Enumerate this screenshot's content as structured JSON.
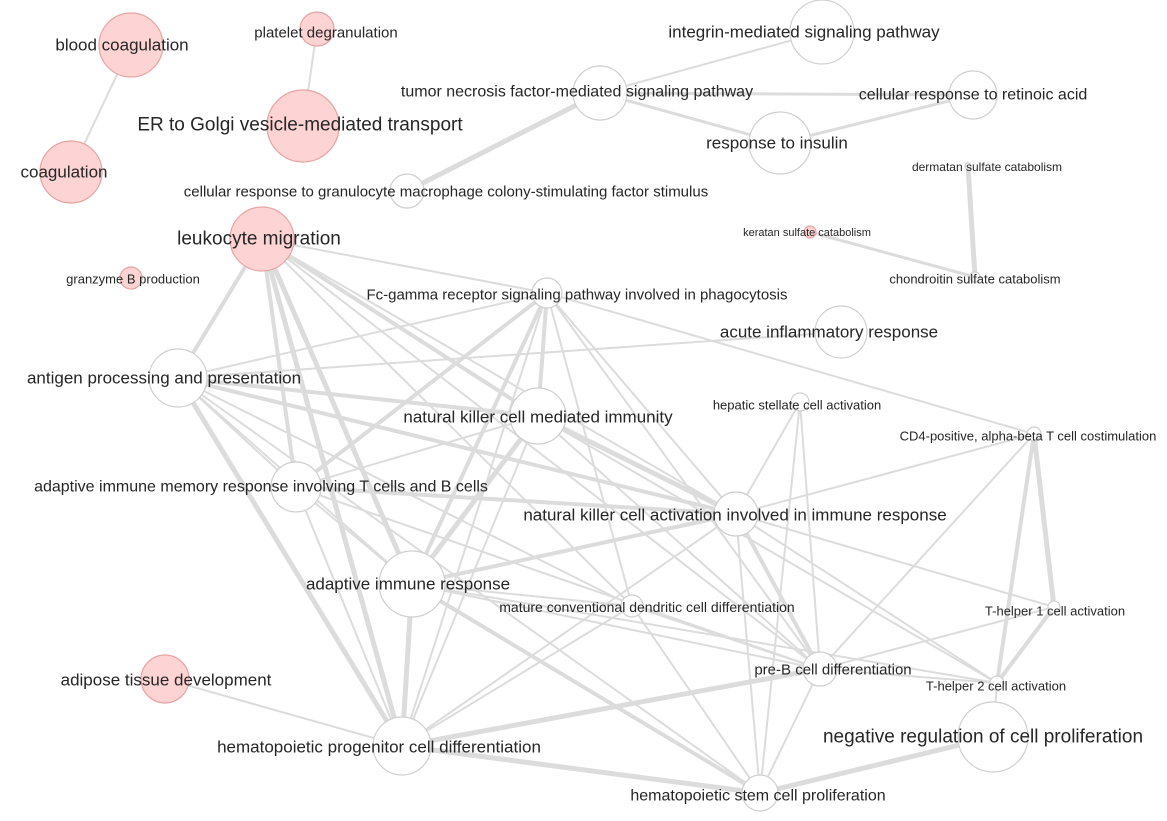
{
  "colors": {
    "edge": "#dcdcdc",
    "node_default": "#ffffff",
    "node_highlight": "#fdd3d3",
    "node_stroke_default": "#cfcfcf",
    "node_stroke_highlight": "#e6a4a4",
    "text": "#262626"
  },
  "nodes": [
    {
      "id": "blood_coagulation",
      "label": "blood coagulation",
      "highlight": true
    },
    {
      "id": "platelet_degranulation",
      "label": "platelet degranulation",
      "highlight": true
    },
    {
      "id": "er_golgi",
      "label": "ER to Golgi vesicle-mediated transport",
      "highlight": true
    },
    {
      "id": "coagulation",
      "label": "coagulation",
      "highlight": true
    },
    {
      "id": "integrin",
      "label": "integrin-mediated signaling pathway",
      "highlight": false
    },
    {
      "id": "tnf",
      "label": "tumor necrosis factor-mediated signaling pathway",
      "highlight": false
    },
    {
      "id": "retinoic",
      "label": "cellular response to retinoic acid",
      "highlight": false
    },
    {
      "id": "insulin",
      "label": "response to insulin",
      "highlight": false
    },
    {
      "id": "gmcsf",
      "label": "cellular response to granulocyte macrophage colony-stimulating factor stimulus",
      "highlight": false
    },
    {
      "id": "dermatan",
      "label": "dermatan sulfate catabolism",
      "highlight": false
    },
    {
      "id": "keratan",
      "label": "keratan sulfate catabolism",
      "highlight": true
    },
    {
      "id": "chondroitin",
      "label": "chondroitin sulfate catabolism",
      "highlight": false
    },
    {
      "id": "leukocyte",
      "label": "leukocyte migration",
      "highlight": true
    },
    {
      "id": "granzyme",
      "label": "granzyme B production",
      "highlight": true
    },
    {
      "id": "fcgamma",
      "label": "Fc-gamma receptor signaling pathway involved in phagocytosis",
      "highlight": false
    },
    {
      "id": "acute_inflam",
      "label": "acute inflammatory response",
      "highlight": false
    },
    {
      "id": "antigen",
      "label": "antigen processing and presentation",
      "highlight": false
    },
    {
      "id": "nk_immunity",
      "label": "natural killer cell mediated immunity",
      "highlight": false
    },
    {
      "id": "hepatic",
      "label": "hepatic stellate cell activation",
      "highlight": false
    },
    {
      "id": "cd4",
      "label": "CD4-positive, alpha-beta T cell costimulation",
      "highlight": false
    },
    {
      "id": "adaptive_memory",
      "label": "adaptive immune memory response involving T cells and B cells",
      "highlight": false
    },
    {
      "id": "nk_activation",
      "label": "natural killer cell activation involved in immune response",
      "highlight": false
    },
    {
      "id": "adaptive",
      "label": "adaptive immune response",
      "highlight": false
    },
    {
      "id": "dendritic",
      "label": "mature conventional dendritic cell differentiation",
      "highlight": false
    },
    {
      "id": "th1",
      "label": "T-helper 1 cell activation",
      "highlight": false
    },
    {
      "id": "adipose",
      "label": "adipose tissue development",
      "highlight": true
    },
    {
      "id": "preb",
      "label": "pre-B cell differentiation",
      "highlight": false
    },
    {
      "id": "th2",
      "label": "T-helper 2 cell activation",
      "highlight": false
    },
    {
      "id": "hematopoietic_prog",
      "label": "hematopoietic progenitor cell differentiation",
      "highlight": false
    },
    {
      "id": "neg_prolif",
      "label": "negative regulation of cell proliferation",
      "highlight": false
    },
    {
      "id": "stem_prolif",
      "label": "hematopoietic stem cell proliferation",
      "highlight": false
    }
  ],
  "edges": [
    [
      "blood_coagulation",
      "coagulation"
    ],
    [
      "platelet_degranulation",
      "er_golgi"
    ],
    [
      "tnf",
      "integrin"
    ],
    [
      "tnf",
      "retinoic"
    ],
    [
      "tnf",
      "insulin"
    ],
    [
      "tnf",
      "gmcsf"
    ],
    [
      "insulin",
      "retinoic"
    ],
    [
      "dermatan",
      "chondroitin"
    ],
    [
      "keratan",
      "chondroitin"
    ],
    [
      "leukocyte",
      "antigen"
    ],
    [
      "leukocyte",
      "fcgamma"
    ],
    [
      "leukocyte",
      "nk_immunity"
    ],
    [
      "leukocyte",
      "adaptive_memory"
    ],
    [
      "leukocyte",
      "nk_activation"
    ],
    [
      "leukocyte",
      "adaptive"
    ],
    [
      "leukocyte",
      "hematopoietic_prog"
    ],
    [
      "leukocyte",
      "preb"
    ],
    [
      "leukocyte",
      "dendritic"
    ],
    [
      "fcgamma",
      "antigen"
    ],
    [
      "fcgamma",
      "nk_immunity"
    ],
    [
      "fcgamma",
      "adaptive_memory"
    ],
    [
      "fcgamma",
      "nk_activation"
    ],
    [
      "fcgamma",
      "adaptive"
    ],
    [
      "fcgamma",
      "dendritic"
    ],
    [
      "fcgamma",
      "hematopoietic_prog"
    ],
    [
      "fcgamma",
      "cd4"
    ],
    [
      "fcgamma",
      "preb"
    ],
    [
      "antigen",
      "nk_immunity"
    ],
    [
      "antigen",
      "adaptive_memory"
    ],
    [
      "antigen",
      "nk_activation"
    ],
    [
      "antigen",
      "adaptive"
    ],
    [
      "antigen",
      "hematopoietic_prog"
    ],
    [
      "antigen",
      "acute_inflam"
    ],
    [
      "antigen",
      "stem_prolif"
    ],
    [
      "antigen",
      "dendritic"
    ],
    [
      "nk_immunity",
      "adaptive_memory"
    ],
    [
      "nk_immunity",
      "nk_activation"
    ],
    [
      "nk_immunity",
      "adaptive"
    ],
    [
      "nk_immunity",
      "hematopoietic_prog"
    ],
    [
      "nk_immunity",
      "preb"
    ],
    [
      "nk_immunity",
      "th2"
    ],
    [
      "adaptive_memory",
      "nk_activation"
    ],
    [
      "adaptive_memory",
      "adaptive"
    ],
    [
      "adaptive_memory",
      "hematopoietic_prog"
    ],
    [
      "adaptive_memory",
      "preb"
    ],
    [
      "nk_activation",
      "adaptive"
    ],
    [
      "nk_activation",
      "hematopoietic_prog"
    ],
    [
      "nk_activation",
      "hepatic"
    ],
    [
      "nk_activation",
      "cd4"
    ],
    [
      "nk_activation",
      "th1"
    ],
    [
      "nk_activation",
      "th2"
    ],
    [
      "nk_activation",
      "preb"
    ],
    [
      "nk_activation",
      "stem_prolif"
    ],
    [
      "adaptive",
      "dendritic"
    ],
    [
      "adaptive",
      "hematopoietic_prog"
    ],
    [
      "adaptive",
      "preb"
    ],
    [
      "adaptive",
      "stem_prolif"
    ],
    [
      "adaptive",
      "th2"
    ],
    [
      "dendritic",
      "preb"
    ],
    [
      "dendritic",
      "stem_prolif"
    ],
    [
      "dendritic",
      "hematopoietic_prog"
    ],
    [
      "hepatic",
      "preb"
    ],
    [
      "hepatic",
      "stem_prolif"
    ],
    [
      "cd4",
      "th1"
    ],
    [
      "cd4",
      "th2"
    ],
    [
      "cd4",
      "preb"
    ],
    [
      "th1",
      "th2"
    ],
    [
      "th1",
      "preb"
    ],
    [
      "th2",
      "preb"
    ],
    [
      "preb",
      "hematopoietic_prog"
    ],
    [
      "preb",
      "stem_prolif"
    ],
    [
      "hematopoietic_prog",
      "stem_prolif"
    ],
    [
      "hematopoietic_prog",
      "adipose"
    ],
    [
      "neg_prolif",
      "stem_prolif"
    ],
    [
      "neg_prolif",
      "th2"
    ]
  ]
}
